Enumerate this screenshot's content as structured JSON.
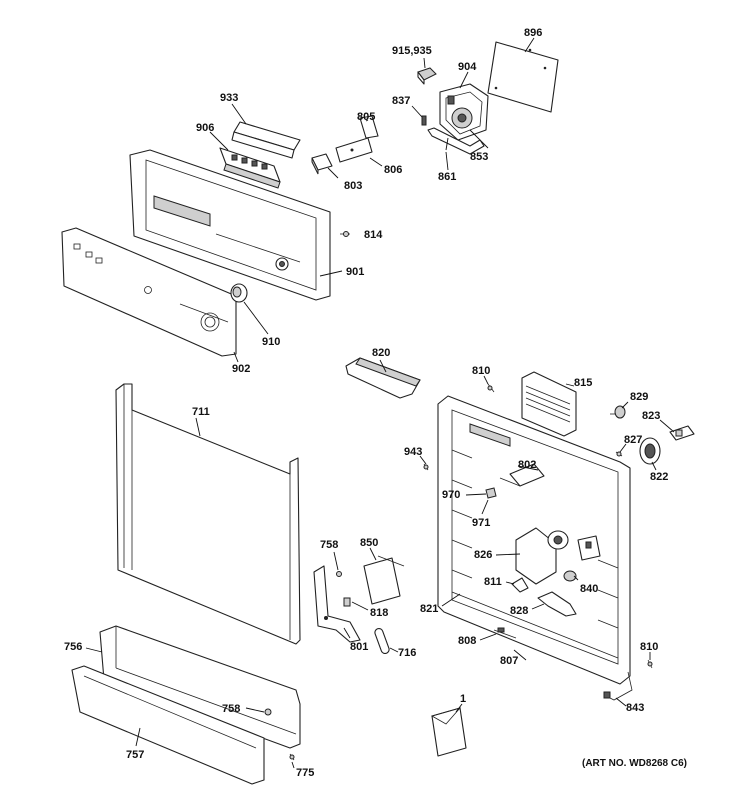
{
  "diagram": {
    "art_number": "(ART NO. WD8268 C6)",
    "labels": {
      "p896": "896",
      "p915_935": "915,935",
      "p904": "904",
      "p933": "933",
      "p805": "805",
      "p837": "837",
      "p906": "906",
      "p806": "806",
      "p803": "803",
      "p853": "853",
      "p861": "861",
      "p814": "814",
      "p901": "901",
      "p910": "910",
      "p902": "902",
      "p820": "820",
      "p810a": "810",
      "p815": "815",
      "p829": "829",
      "p823": "823",
      "p711": "711",
      "p943": "943",
      "p827": "827",
      "p802": "802",
      "p822": "822",
      "p970": "970",
      "p971": "971",
      "p850": "850",
      "p758a": "758",
      "p826": "826",
      "p811": "811",
      "p840": "840",
      "p821": "821",
      "p828": "828",
      "p818": "818",
      "p756": "756",
      "p801": "801",
      "p716": "716",
      "p808": "808",
      "p810b": "810",
      "p807": "807",
      "p758b": "758",
      "p843": "843",
      "p1": "1",
      "p757": "757",
      "p775": "775"
    }
  }
}
